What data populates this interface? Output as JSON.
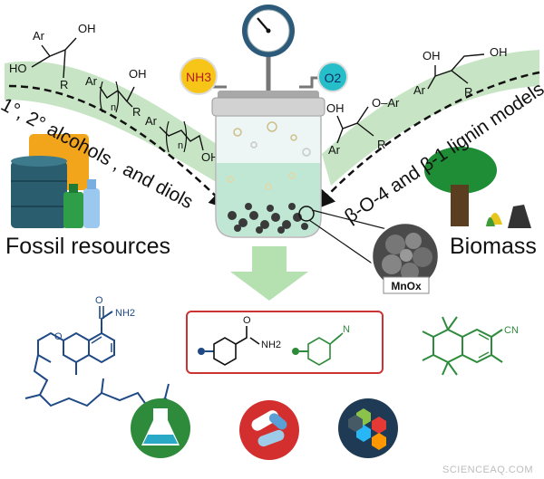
{
  "labels": {
    "alcohols": "1°, 2° alcohols , and diols",
    "lignin": "β-O-4 and β-1 lignin models",
    "fossil": "Fossil resources",
    "biomass": "Biomass",
    "catalyst": "MnOx"
  },
  "reagents": {
    "ammonia": "NH3",
    "oxygen": "O2"
  },
  "structure_text": {
    "ar": "Ar",
    "oh": "OH",
    "ho": "HO",
    "r": "R",
    "n": "n",
    "o": "O",
    "o_ar": "O–Ar",
    "nh2": "NH2",
    "n_atom": "N",
    "cn": "CN",
    "o_ring": "O"
  },
  "icon_colors": {
    "flask_bg": "#2e8b3c",
    "pills_bg": "#d32f2f",
    "hex_bg": "#1f3a54"
  },
  "watermark": "SCIENCEAQ.COM"
}
